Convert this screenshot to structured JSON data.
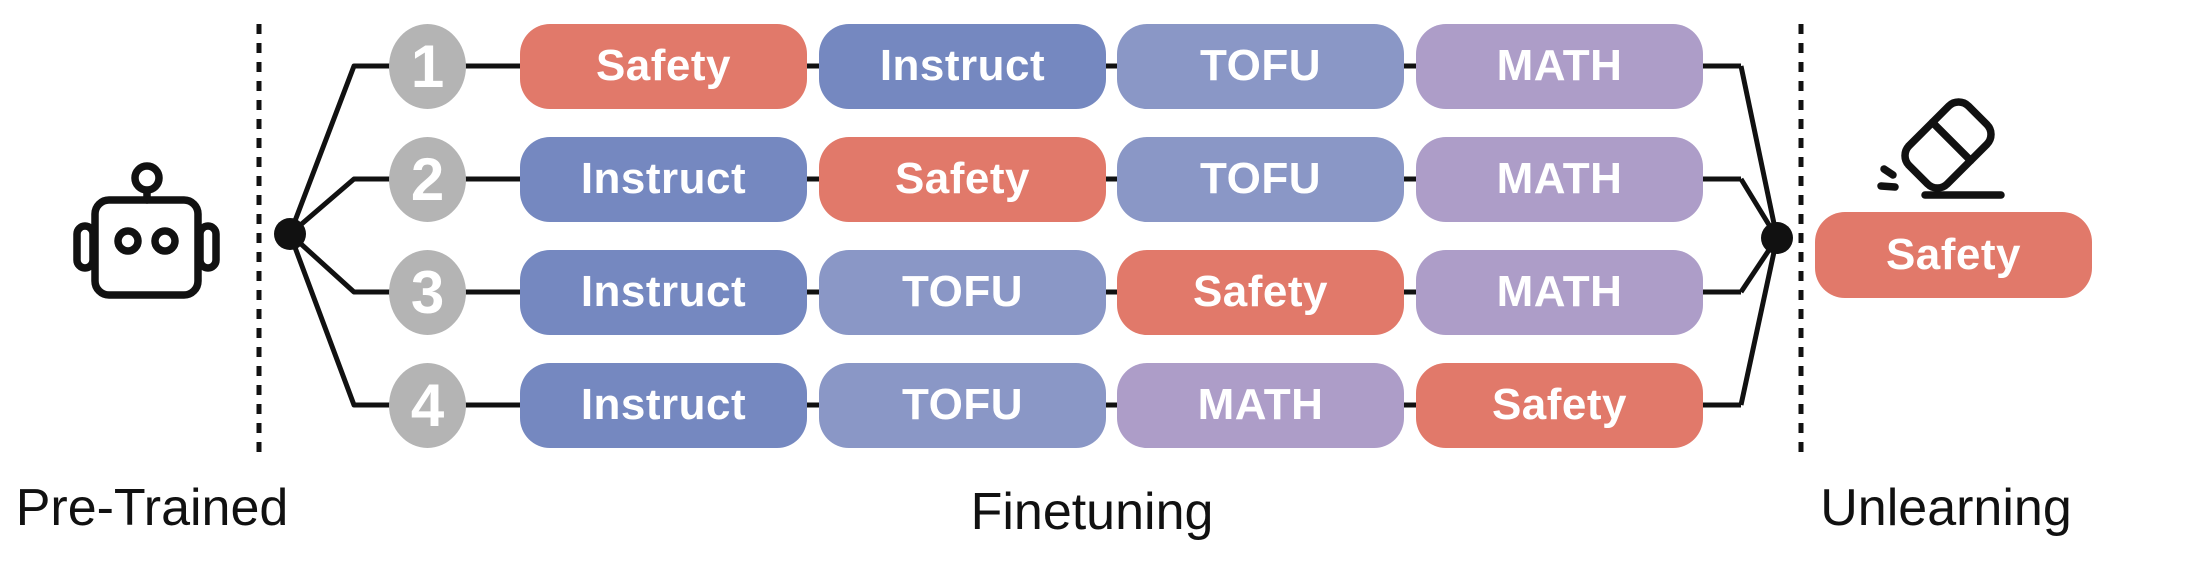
{
  "stage_labels": {
    "pretrained": "Pre-Trained",
    "finetuning": "Finetuning",
    "unlearning": "Unlearning"
  },
  "colors": {
    "safety": "#E1796A",
    "instruct": "#7588C0",
    "tofu": "#8A97C6",
    "math": "#AD9DC8",
    "number_circle": "#B4B4B4",
    "line": "#111111",
    "pill_text": "#FFFFFF"
  },
  "rows": [
    {
      "number": "1",
      "sequence": [
        {
          "label": "Safety",
          "type": "safety"
        },
        {
          "label": "Instruct",
          "type": "instruct"
        },
        {
          "label": "TOFU",
          "type": "tofu"
        },
        {
          "label": "MATH",
          "type": "math"
        }
      ]
    },
    {
      "number": "2",
      "sequence": [
        {
          "label": "Instruct",
          "type": "instruct"
        },
        {
          "label": "Safety",
          "type": "safety"
        },
        {
          "label": "TOFU",
          "type": "tofu"
        },
        {
          "label": "MATH",
          "type": "math"
        }
      ]
    },
    {
      "number": "3",
      "sequence": [
        {
          "label": "Instruct",
          "type": "instruct"
        },
        {
          "label": "TOFU",
          "type": "tofu"
        },
        {
          "label": "Safety",
          "type": "safety"
        },
        {
          "label": "MATH",
          "type": "math"
        }
      ]
    },
    {
      "number": "4",
      "sequence": [
        {
          "label": "Instruct",
          "type": "instruct"
        },
        {
          "label": "TOFU",
          "type": "tofu"
        },
        {
          "label": "MATH",
          "type": "math"
        },
        {
          "label": "Safety",
          "type": "safety"
        }
      ]
    }
  ],
  "unlearning_pill": {
    "label": "Safety",
    "type": "safety"
  },
  "icons": {
    "left": "robot-icon",
    "right": "eraser-icon"
  }
}
